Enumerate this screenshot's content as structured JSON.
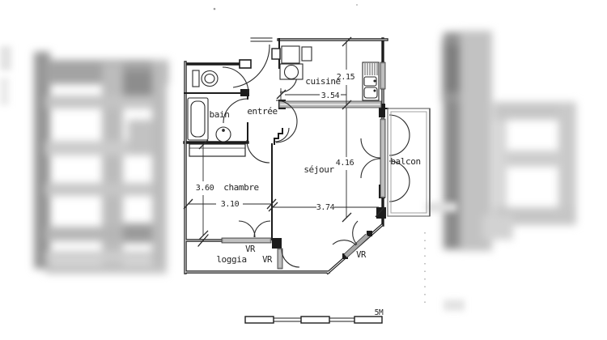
{
  "plan": {
    "rooms": {
      "cuisine": "cuisine",
      "bain": "bain",
      "entree": "entrée",
      "sejour": "séjour",
      "chambre": "chambre",
      "balcon": "balcon",
      "loggia": "loggia"
    },
    "dimensions_m": {
      "cuisine_depth": "2.15",
      "cuisine_width": "3.54",
      "sejour_depth": "4.16",
      "sejour_width": "3.74",
      "chambre_depth": "3.60",
      "chambre_width": "3.10"
    },
    "shutter_labels": {
      "chambre_loggia_window": "VR",
      "loggia_sejour_window": "VR",
      "sejour_diagonal_window": "VR"
    },
    "scale_bar": {
      "label": "5M"
    }
  },
  "colors": {
    "ink": "#1c1c1c",
    "window_fill": "#a8a8a8",
    "divider_fill": "#b5b5b5",
    "balcony_outline": "#7a7a7a",
    "blur_tone": "#a5a5a5",
    "paper": "#ffffff"
  }
}
